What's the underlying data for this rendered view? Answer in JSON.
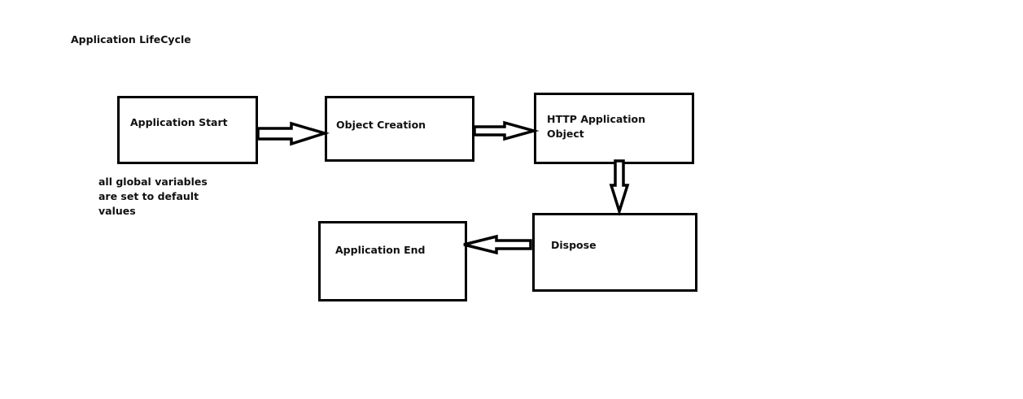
{
  "diagram": {
    "title": "Application LifeCycle",
    "nodes": {
      "app_start": {
        "label": "Application Start"
      },
      "object_creation": {
        "label": "Object Creation"
      },
      "http_app_object": {
        "label_lines": [
          "HTTP Application",
          "Object"
        ]
      },
      "dispose": {
        "label": "Dispose"
      },
      "app_end": {
        "label": "Application End"
      }
    },
    "note": {
      "lines": [
        "all global variables",
        "are set to default",
        "values"
      ]
    },
    "edges": [
      {
        "from": "app_start",
        "to": "object_creation"
      },
      {
        "from": "object_creation",
        "to": "http_app_object"
      },
      {
        "from": "http_app_object",
        "to": "dispose"
      },
      {
        "from": "dispose",
        "to": "app_end"
      }
    ]
  }
}
